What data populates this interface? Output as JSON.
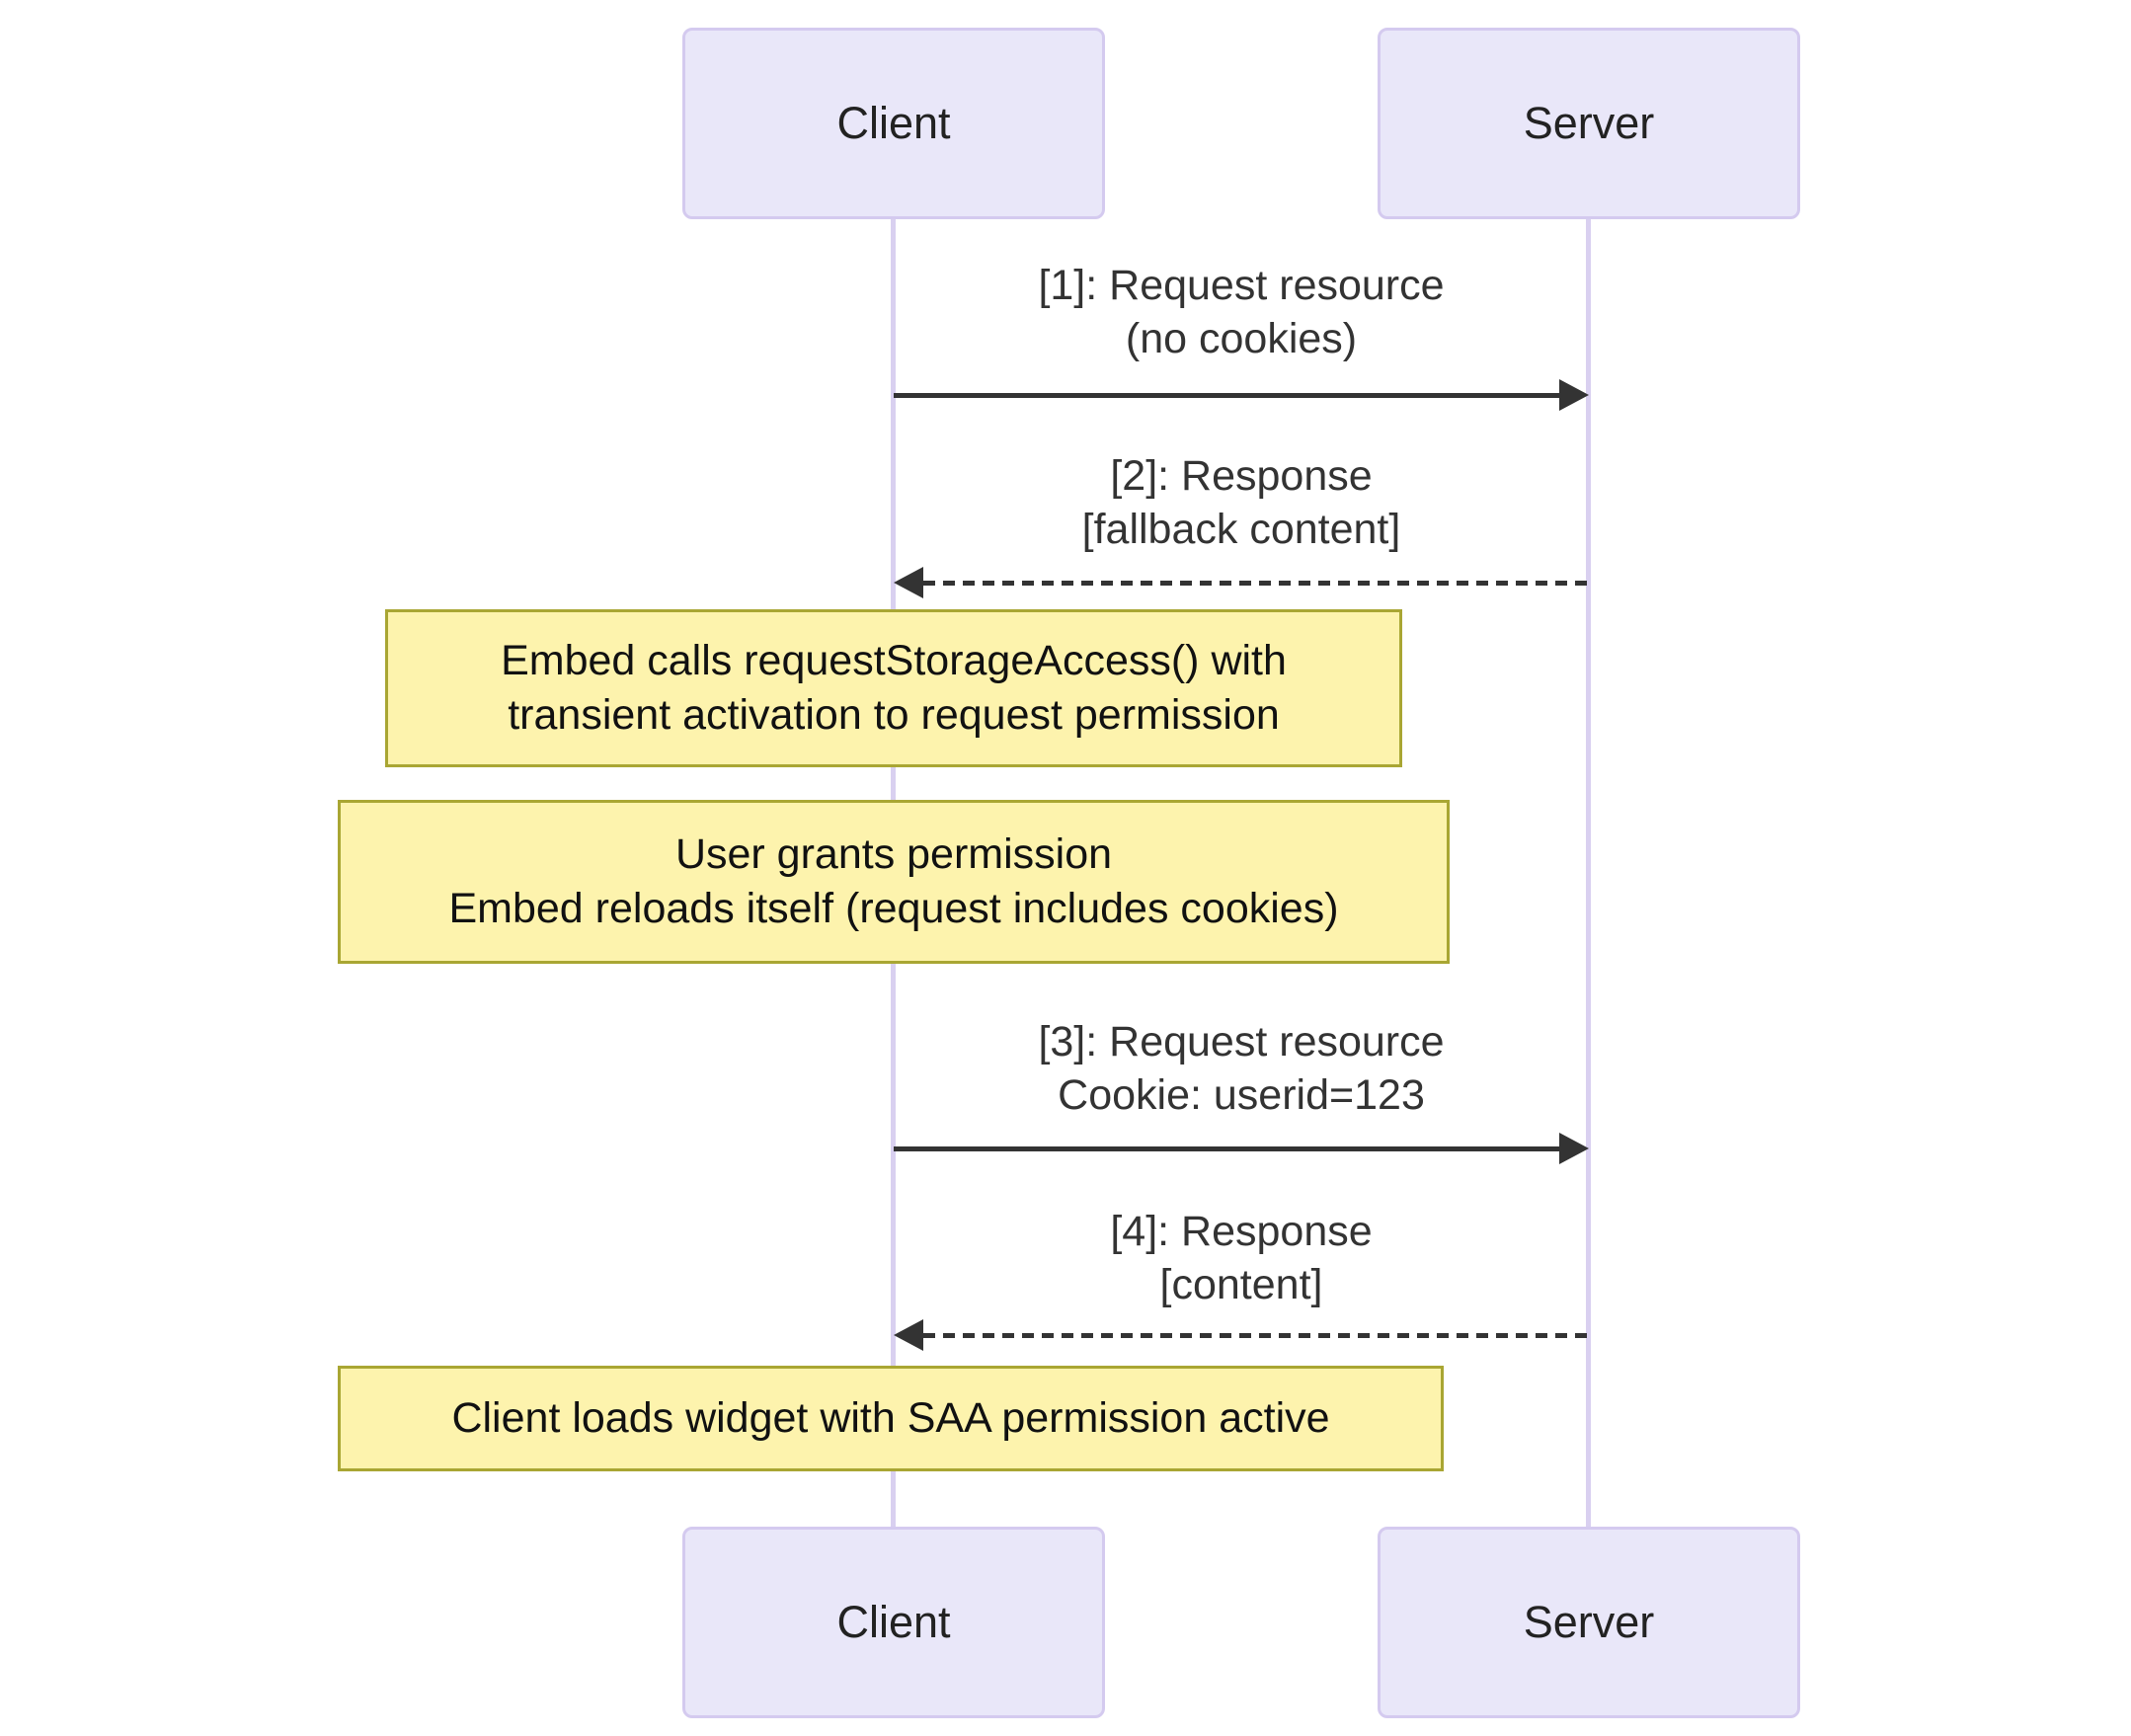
{
  "diagram": {
    "type": "sequence",
    "colors": {
      "background": "#ffffff",
      "actor_fill": "#e9e7f9",
      "actor_border": "#d4caef",
      "actor_text": "#222222",
      "lifeline": "#d9d0f0",
      "arrow": "#333333",
      "message_text": "#333333",
      "note_fill": "#fdf3ad",
      "note_border": "#a9a633",
      "note_text": "#111111"
    },
    "actors": [
      {
        "id": "client",
        "label": "Client"
      },
      {
        "id": "server",
        "label": "Server"
      }
    ],
    "messages": [
      {
        "seq": 1,
        "from": "client",
        "to": "server",
        "style": "solid",
        "lines": [
          "[1]: Request resource",
          "(no cookies)"
        ]
      },
      {
        "seq": 2,
        "from": "server",
        "to": "client",
        "style": "dashed",
        "lines": [
          "[2]: Response",
          "[fallback content]"
        ]
      },
      {
        "seq": 3,
        "from": "client",
        "to": "server",
        "style": "solid",
        "lines": [
          "[3]: Request resource",
          "Cookie: userid=123"
        ]
      },
      {
        "seq": 4,
        "from": "server",
        "to": "client",
        "style": "dashed",
        "lines": [
          "[4]: Response",
          "[content]"
        ]
      }
    ],
    "notes": [
      {
        "over": "client",
        "lines": [
          "Embed calls requestStorageAccess() with",
          "transient activation to request permission"
        ]
      },
      {
        "over": "client",
        "lines": [
          "User grants permission",
          "Embed reloads itself (request includes cookies)"
        ]
      },
      {
        "over": "client",
        "lines": [
          "Client loads widget with SAA permission active"
        ]
      }
    ]
  }
}
